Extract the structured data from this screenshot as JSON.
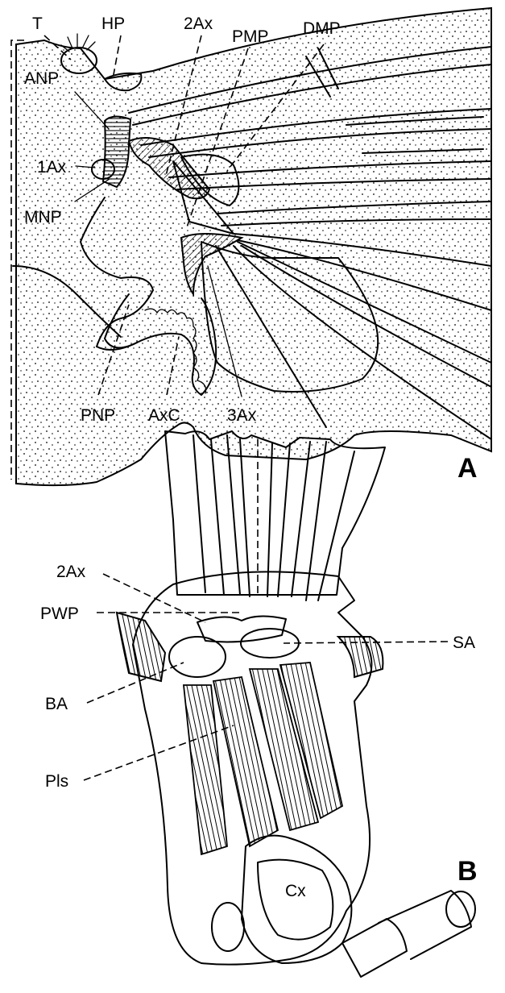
{
  "panel_a": {
    "letter": "A",
    "labels": {
      "t": "T",
      "hp": "HP",
      "ax2": "2Ax",
      "pmp": "PMP",
      "dmp": "DMP",
      "anp": "ANP",
      "ax1": "1Ax",
      "mnp": "MNP",
      "pnp": "PNP",
      "axc": "AxC",
      "ax3": "3Ax"
    }
  },
  "panel_b": {
    "letter": "B",
    "labels": {
      "ax2": "2Ax",
      "pwp": "PWP",
      "sa": "SA",
      "ba": "BA",
      "pls": "Pls",
      "cx": "Cx"
    }
  }
}
